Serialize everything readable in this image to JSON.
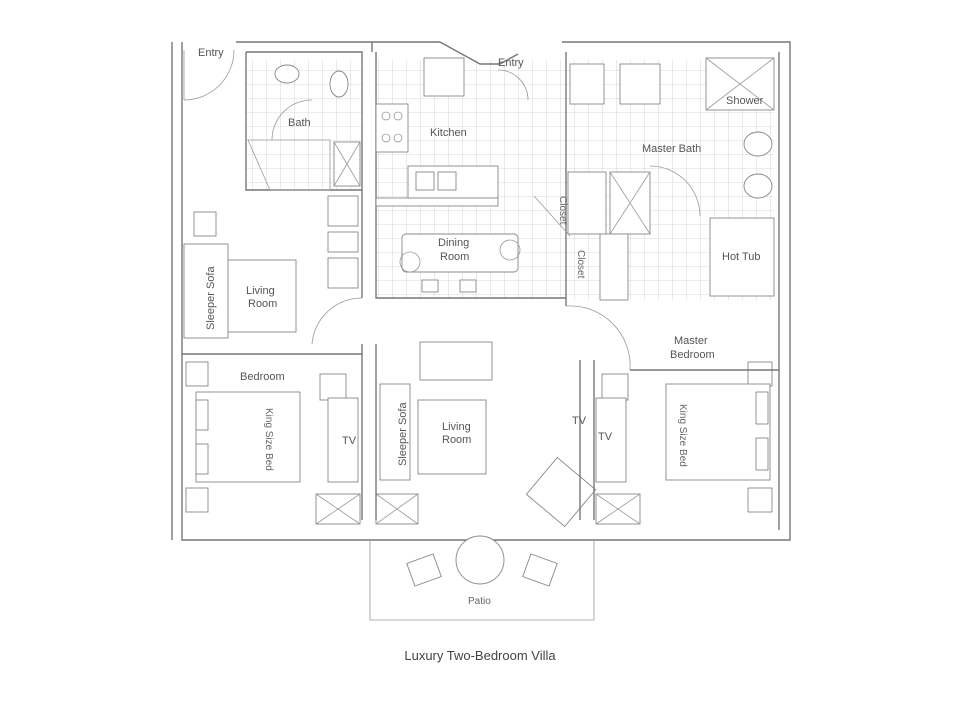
{
  "caption": "Luxury Two-Bedroom Villa",
  "labels": {
    "entry_left": "Entry",
    "entry_center": "Entry",
    "bath": "Bath",
    "kitchen": "Kitchen",
    "master_bath": "Master Bath",
    "shower": "Shower",
    "closet_1": "Closet",
    "closet_2": "Closet",
    "hot_tub": "Hot Tub",
    "dining_1": "Dining",
    "dining_2": "Room",
    "sleeper_sofa_left": "Sleeper Sofa",
    "living_left_1": "Living",
    "living_left_2": "Room",
    "bedroom": "Bedroom",
    "king_bed_left": "King Size Bed",
    "tv_1": "TV",
    "sleeper_sofa_center": "Sleeper Sofa",
    "living_center_1": "Living",
    "living_center_2": "Room",
    "tv_2": "TV",
    "tv_3": "TV",
    "master_bedroom_1": "Master",
    "master_bedroom_2": "Bedroom",
    "king_bed_right": "King Size Bed",
    "patio": "Patio"
  }
}
